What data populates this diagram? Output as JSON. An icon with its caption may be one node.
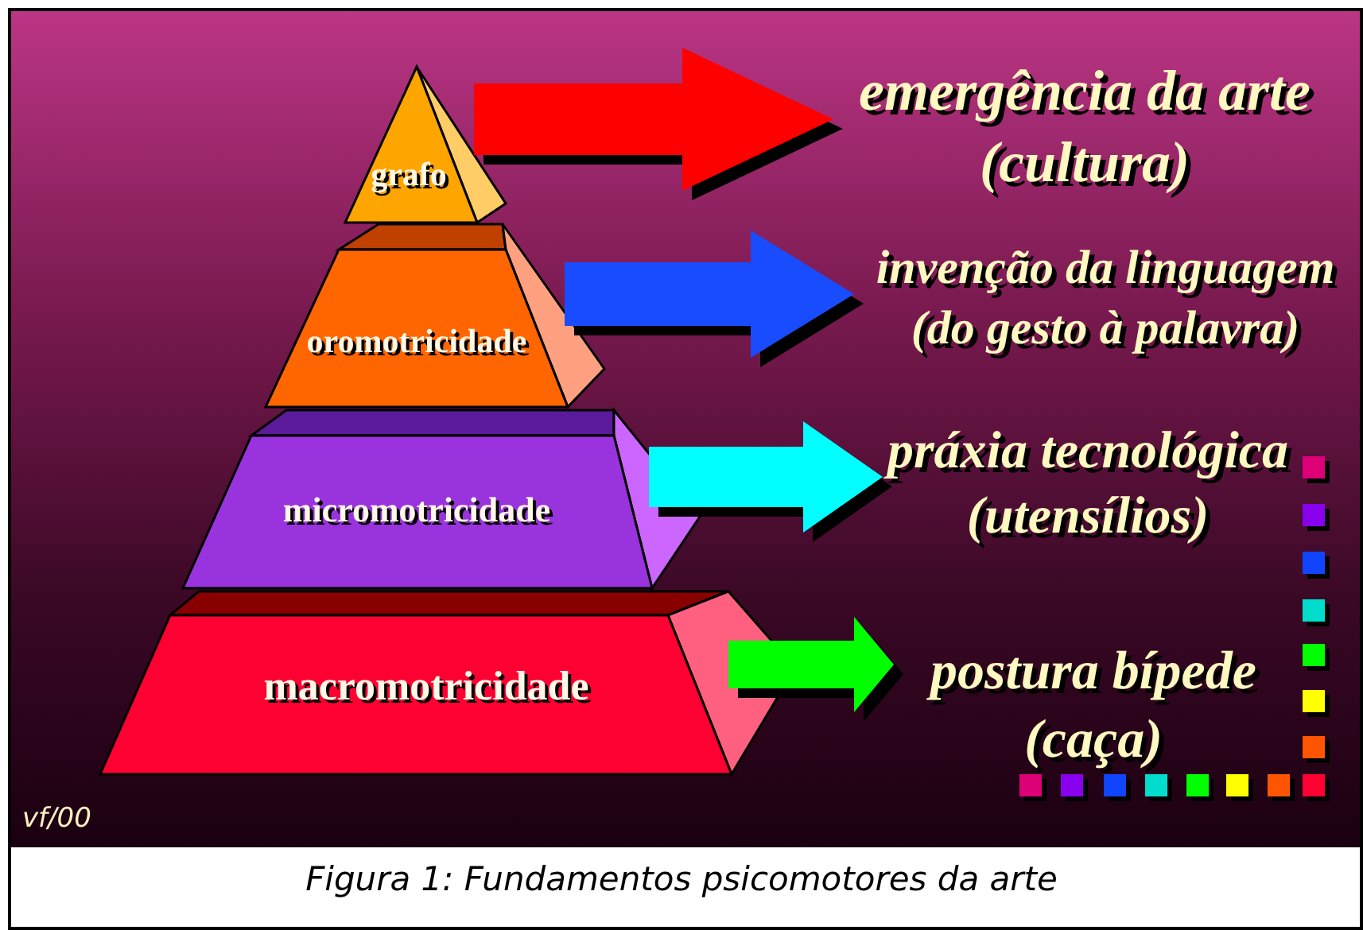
{
  "diagram": {
    "caption": "Figura 1: Fundamentos psicomotores da arte",
    "nodes": [
      {
        "text": [
          "grafo"
        ]
      },
      {
        "text": [
          "oromotricidade"
        ]
      },
      {
        "text": [
          "micromotricidade"
        ]
      },
      {
        "text": [
          "macromotricidade"
        ]
      },
      {
        "text": [
          "emergência da arte (cultura)"
        ]
      },
      {
        "text": [
          "invenção da linguagem (do gesto à palavra)"
        ]
      },
      {
        "text": [
          "práxia tecnológica (utensílios)"
        ]
      },
      {
        "text": [
          "postura bípede (caça)"
        ]
      }
    ],
    "edges": [
      {
        "from": 0,
        "to": 4,
        "arrow": "to",
        "color": "#ff0000"
      },
      {
        "from": 1,
        "to": 5,
        "arrow": "to",
        "color": "#1a4cff"
      },
      {
        "from": 2,
        "to": 6,
        "arrow": "to",
        "color": "#00ffff"
      },
      {
        "from": 3,
        "to": 7,
        "arrow": "to",
        "color": "#00ff00"
      }
    ],
    "labels": [
      "vf/00"
    ]
  }
}
